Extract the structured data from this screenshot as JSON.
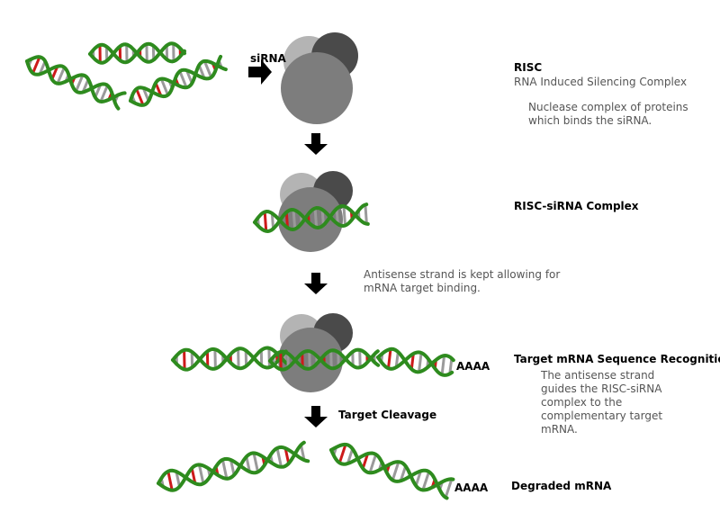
{
  "labels": {
    "sirna": "siRNA",
    "risc_title": "RISC",
    "risc_expansion": [
      "RNA",
      "Induced",
      "Silencing",
      "Complex"
    ],
    "risc_description": "Nuclease complex of proteins which binds the siRNA.",
    "risc_sirna_complex": "RISC-siRNA Complex",
    "antisense_note": "Antisense strand is kept allowing for mRNA target binding.",
    "target_recognition": "Target mRNA Sequence Recognition",
    "recognition_description": "The antisense strand guides the RISC-siRNA complex to the complementary target mRNA.",
    "poly_a_1": "AAAA",
    "target_cleavage": "Target Cleavage",
    "poly_a_2": "AAAA",
    "degraded_mrna": "Degraded mRNA"
  },
  "colors": {
    "helix_strand": "#2e8b1e",
    "base_red": "#cc1a1a",
    "base_gray": "#9a9a9a",
    "risc_light": "#b4b4b4",
    "risc_dark": "#4a4a4a",
    "risc_main": "#7d7d7d",
    "arrow": "#000000"
  }
}
